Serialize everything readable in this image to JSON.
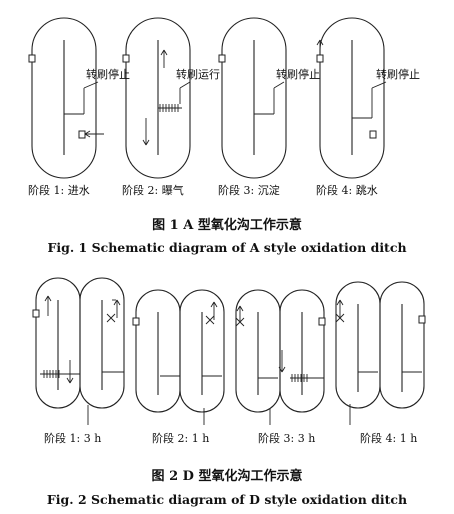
{
  "figure1": {
    "stages": [
      {
        "label": "阶段 1:  进水",
        "annotation": "转刷停止"
      },
      {
        "label": "阶段 2:  曝气",
        "annotation": "转刷运行"
      },
      {
        "label": "阶段 3:  沉淀",
        "annotation": "转刷停止"
      },
      {
        "label": "阶段 4:  跳水",
        "annotation": "转刷停止"
      }
    ],
    "caption_cn": "图 1   A 型氧化沟工作示意",
    "caption_en": "Fig. 1     Schematic diagram of A style oxidation ditch"
  },
  "figure2": {
    "stages": [
      {
        "label": "阶段 1: 3 h"
      },
      {
        "label": "阶段 2: 1 h"
      },
      {
        "label": "阶段 3: 3 h"
      },
      {
        "label": "阶段 4: 1 h"
      }
    ],
    "caption_cn": "图 2   D 型氧化沟工作示意",
    "caption_en": "Fig. 2     Schematic diagram of D style oxidation ditch"
  }
}
